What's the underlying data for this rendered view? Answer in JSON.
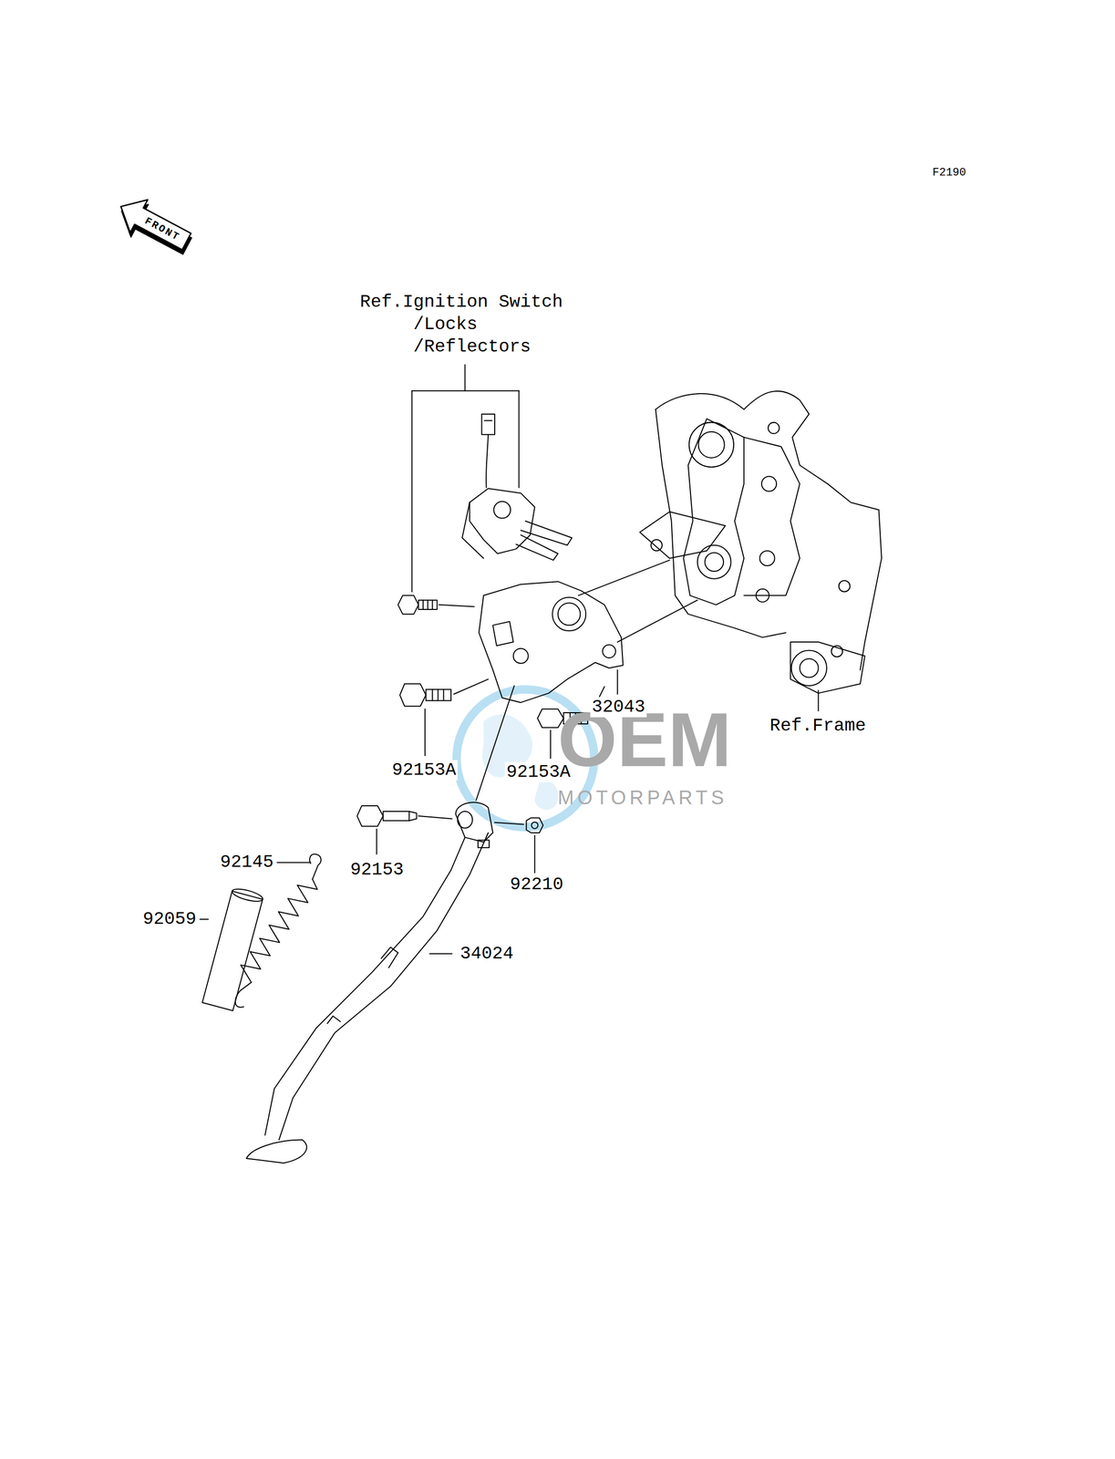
{
  "diagram": {
    "labels": [
      "F2190",
      "FRONT",
      "Ref.Ignition Switch /Locks /Reflectors",
      "32043",
      "Ref.Frame",
      "92153A",
      "92153A",
      "92153",
      "92210",
      "92145",
      "92059",
      "34024",
      "OEM",
      "MOTORPARTS"
    ]
  }
}
